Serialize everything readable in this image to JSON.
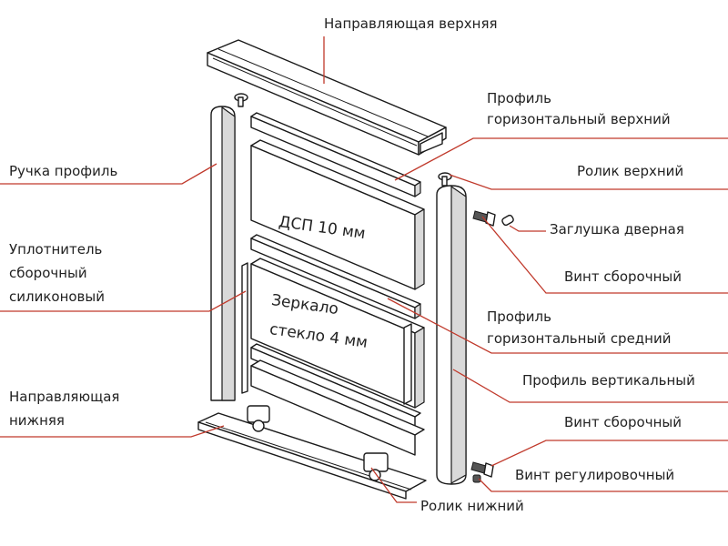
{
  "accent_color": "#c0392b",
  "labels": {
    "top_rail": "Направляющая верхняя",
    "top_profile_1": "Профиль",
    "top_profile_2": "горизонтальный верхний",
    "handle_profile": "Ручка профиль",
    "top_roller": "Ролик верхний",
    "door_plug": "Заглушка дверная",
    "seal_1": "Уплотнитель",
    "seal_2": "сборочный",
    "seal_3": "силиконовый",
    "assembly_screw_top": "Винт сборочный",
    "mid_profile_1": "Профиль",
    "mid_profile_2": "горизонтальный средний",
    "vertical_profile": "Профиль вертикальный",
    "bottom_rail_1": "Направляющая",
    "bottom_rail_2": "нижняя",
    "assembly_screw_bottom": "Винт сборочный",
    "adjust_screw": "Винт регулировочный",
    "bottom_roller": "Ролик нижний"
  },
  "panels": {
    "chipboard": "ДСП 10 мм",
    "mirror_1": "Зеркало",
    "mirror_2": "стекло 4 мм"
  }
}
